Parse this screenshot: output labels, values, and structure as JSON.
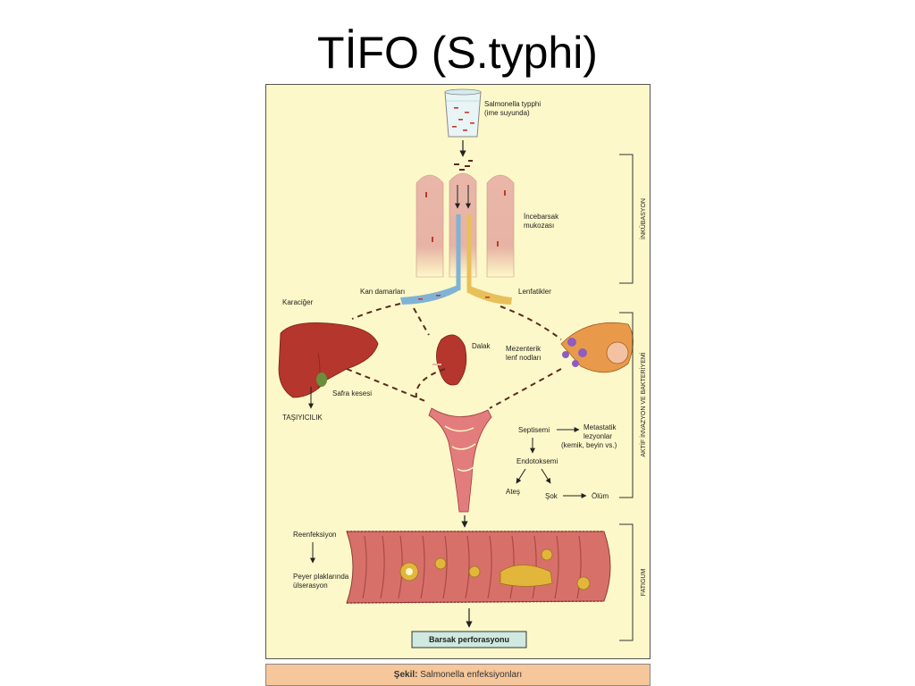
{
  "title": "TİFO (S.typhi)",
  "labels": {
    "glass": "Salmonella typphi",
    "glass_sub": "(ime suyunda)",
    "mucosa": "İncebarsak",
    "mucosa_sub": "mukozası",
    "vessels": "Kan damarları",
    "lymphatics": "Lenfatikler",
    "liver": "Karaciğer",
    "spleen": "Dalak",
    "nodes": "Mezenterik",
    "nodes_sub": "lenf nodları",
    "gallbladder": "Safra kesesi",
    "carrier": "TAŞIYICILIK",
    "septicemia": "Septisemi",
    "metastatic": "Metastatik",
    "metastatic_sub1": "lezyonlar",
    "metastatic_sub2": "(kemik, beyin vs.)",
    "endotoxemia": "Endotoksemi",
    "fever": "Ateş",
    "shock": "Şok",
    "death": "Ölüm",
    "reinfection": "Reenfeksiyon",
    "peyer": "Peyer plaklarında",
    "peyer_sub": "ülserasyon",
    "perforation": "Barsak perforasyonu"
  },
  "side_labels": {
    "incubation": "İNKÜBASYON",
    "invasion": "AKTİF İNVAZYON VE BAKTERİYEMİ",
    "fatigue": "FATIGUM"
  },
  "caption": {
    "prefix": "Şekil:",
    "text": "Salmonella enfeksiyonları"
  }
}
